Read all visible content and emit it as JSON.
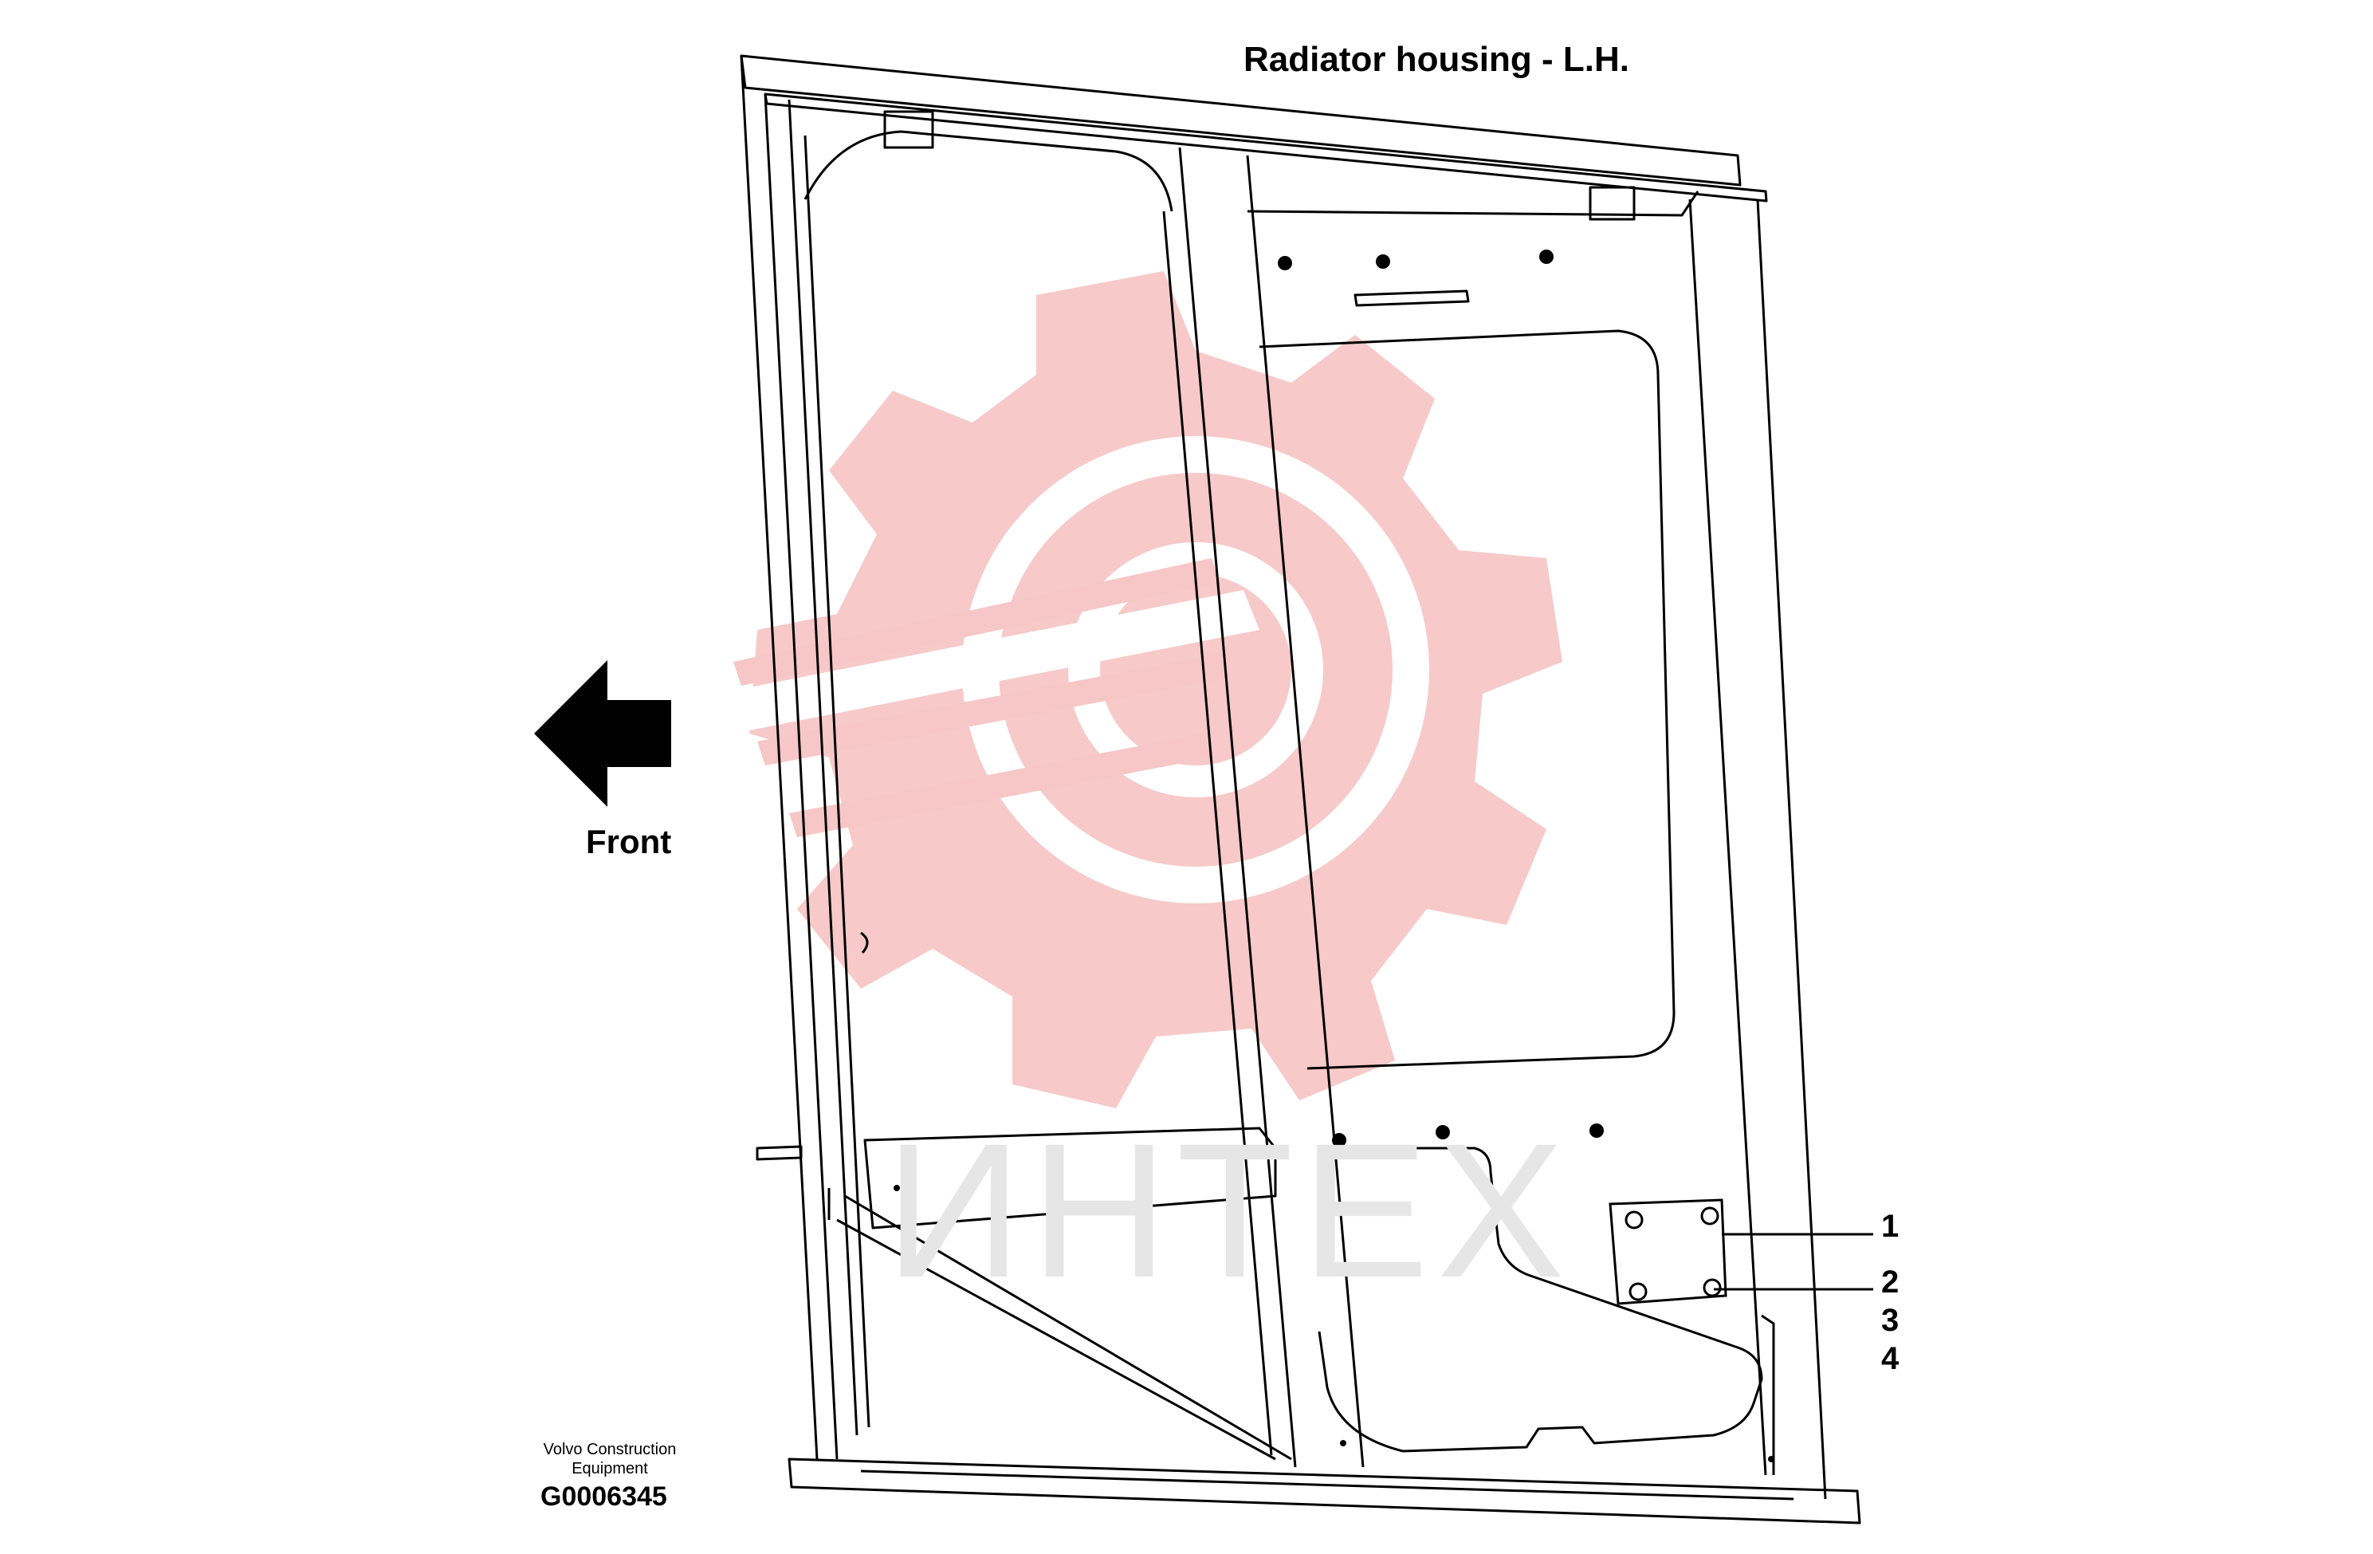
{
  "title": "Radiator housing - L.H.",
  "direction_label": "Front",
  "direction_icon": "arrow-left-icon",
  "callouts": [
    "1",
    "2",
    "3",
    "4"
  ],
  "maker_line1": "Volvo Construction",
  "maker_line2": "Equipment",
  "figure_number": "G0006345",
  "watermark_text": "ИНТЕХ",
  "colors": {
    "line": "#000000",
    "watermark_logo": "#f7c6c6",
    "watermark_text": "#e6e6e6"
  }
}
